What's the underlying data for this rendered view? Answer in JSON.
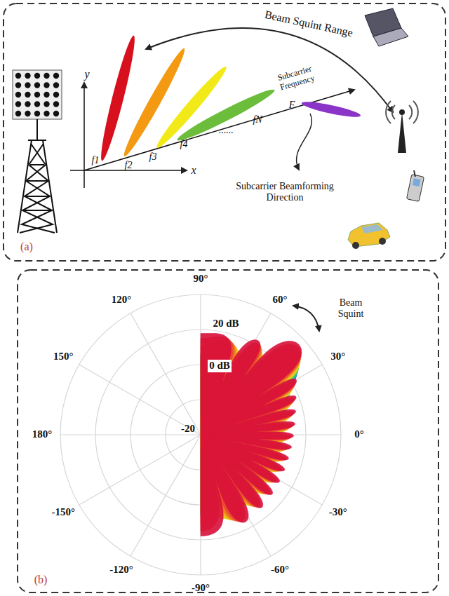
{
  "diagram": {
    "labels": [
      "Beam Squint Range",
      "y",
      "x",
      "Subcarrier Frequency",
      "F",
      "f1",
      "f2",
      "f3",
      "f4",
      "......",
      "fN",
      "Subcarrier Beamforming Direction",
      "(a)",
      "90°",
      "120°",
      "60°",
      "150°",
      "30°",
      "180°",
      "0°",
      "-150°",
      "-30°",
      "-120°",
      "-90°",
      "-60°",
      "20 dB",
      "0 dB",
      "-20",
      "Beam Squint",
      "(b)"
    ]
  }
}
